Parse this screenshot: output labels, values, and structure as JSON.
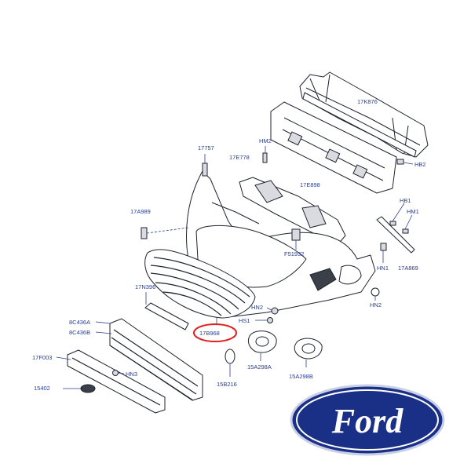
{
  "diagram": {
    "highlight_color": "#e02020",
    "label_color": "#2a3d8f",
    "highlighted_part": "17B968",
    "labels": {
      "17K876": "17K876",
      "HM2_top": "HM2",
      "HB2": "HB2",
      "17757": "17757",
      "17E778": "17E778",
      "17E898": "17E898",
      "HB1": "HB1",
      "HM1": "HM1",
      "17A989": "17A989",
      "F51932": "F51932",
      "HN1": "HN1",
      "17A869": "17A869",
      "17N396": "17N396",
      "HN2_mid": "HN2",
      "HN2_right": "HN2",
      "HS1": "HS1",
      "8C436A": "8C436A",
      "8C436B": "8C436B",
      "17B968": "17B968",
      "17F003": "17F003",
      "HN3": "HN3",
      "15A298A": "15A298A",
      "15A298B": "15A298B",
      "15B216": "15B216",
      "15402": "15402"
    }
  },
  "logo": {
    "brand": "Ford",
    "brand_color": "#1a2f86",
    "icon": "ford-oval-logo"
  }
}
